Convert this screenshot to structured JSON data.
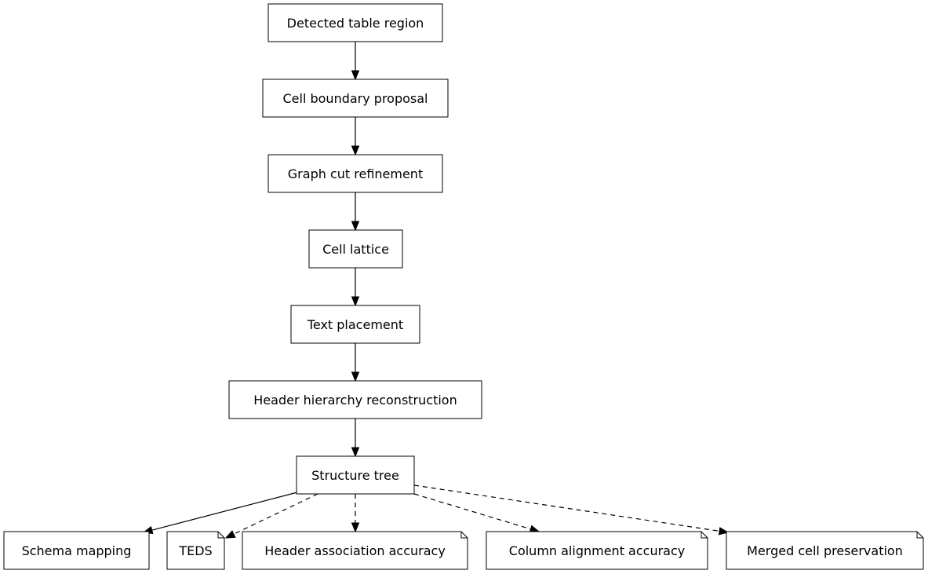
{
  "diagram": {
    "nodes": [
      {
        "id": "detected",
        "label": "Detected table region",
        "shape": "box"
      },
      {
        "id": "cellprop",
        "label": "Cell boundary proposal",
        "shape": "box"
      },
      {
        "id": "graphcut",
        "label": "Graph cut refinement",
        "shape": "box"
      },
      {
        "id": "lattice",
        "label": "Cell lattice",
        "shape": "box"
      },
      {
        "id": "textplace",
        "label": "Text placement",
        "shape": "box"
      },
      {
        "id": "header",
        "label": "Header hierarchy reconstruction",
        "shape": "box"
      },
      {
        "id": "tree",
        "label": "Structure tree",
        "shape": "box"
      },
      {
        "id": "schema",
        "label": "Schema mapping",
        "shape": "box"
      },
      {
        "id": "teds",
        "label": "TEDS",
        "shape": "note"
      },
      {
        "id": "hassoc",
        "label": "Header association accuracy",
        "shape": "note"
      },
      {
        "id": "colalign",
        "label": "Column alignment accuracy",
        "shape": "note"
      },
      {
        "id": "merged",
        "label": "Merged cell preservation",
        "shape": "note"
      }
    ],
    "edges": [
      {
        "from": "detected",
        "to": "cellprop",
        "style": "solid"
      },
      {
        "from": "cellprop",
        "to": "graphcut",
        "style": "solid"
      },
      {
        "from": "graphcut",
        "to": "lattice",
        "style": "solid"
      },
      {
        "from": "lattice",
        "to": "textplace",
        "style": "solid"
      },
      {
        "from": "textplace",
        "to": "header",
        "style": "solid"
      },
      {
        "from": "header",
        "to": "tree",
        "style": "solid"
      },
      {
        "from": "tree",
        "to": "schema",
        "style": "solid"
      },
      {
        "from": "tree",
        "to": "teds",
        "style": "dashed"
      },
      {
        "from": "tree",
        "to": "hassoc",
        "style": "dashed"
      },
      {
        "from": "tree",
        "to": "colalign",
        "style": "dashed"
      },
      {
        "from": "tree",
        "to": "merged",
        "style": "dashed"
      }
    ]
  }
}
